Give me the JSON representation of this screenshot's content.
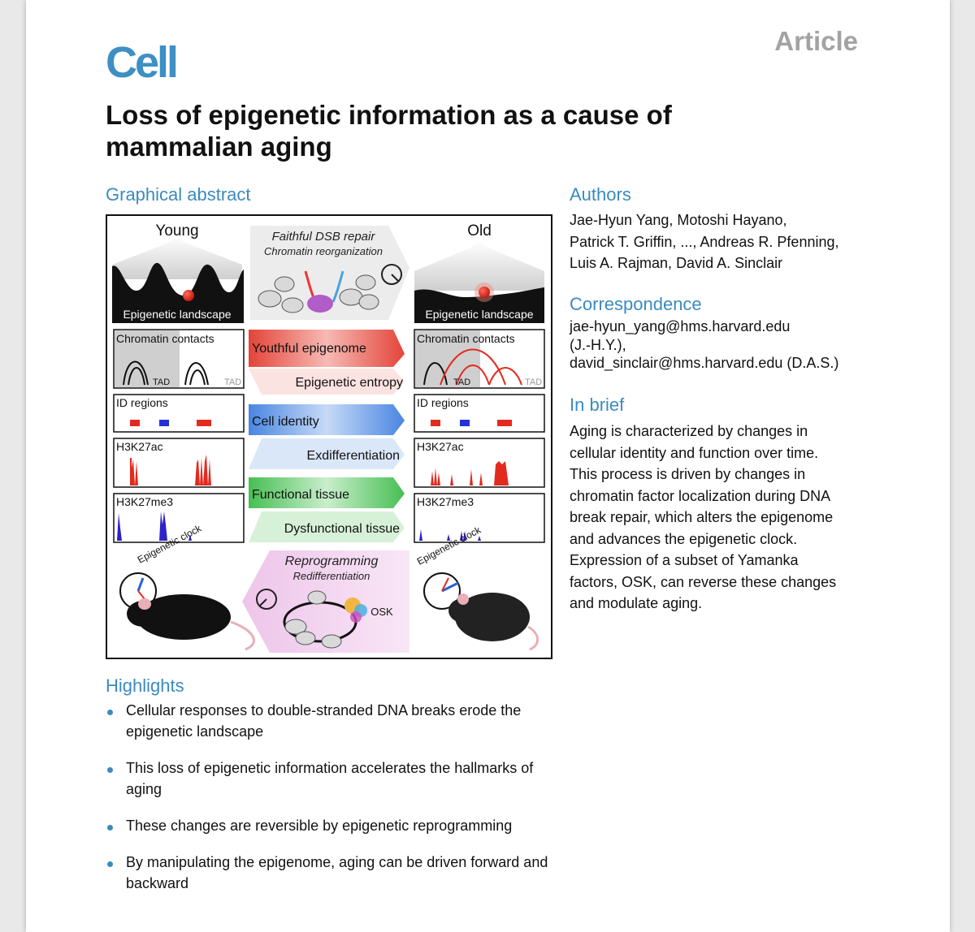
{
  "journal": {
    "name": "Cell",
    "type": "Article",
    "brand_color": "#3d8fc4"
  },
  "title": "Loss of epigenetic information as a cause of mammalian aging",
  "graphical_abstract": {
    "heading": "Graphical abstract",
    "young": "Young",
    "old": "Old",
    "dsb_repair": "Faithful DSB repair",
    "chromatin_reorg": "Chromatin reorganization",
    "landscape": "Epigenetic landscape",
    "chromatin_contacts": "Chromatin contacts",
    "tad": "TAD",
    "youthful": "Youthful epigenome",
    "entropy": "Epigenetic entropy",
    "id_regions": "ID regions",
    "cell_identity": "Cell identity",
    "exdiff": "Exdifferentiation",
    "h3k27ac": "H3K27ac",
    "h3k27me3": "H3K27me3",
    "functional": "Functional tissue",
    "dysfunctional": "Dysfunctional tissue",
    "clock": "Epigenetic clock",
    "reprogramming": "Reprogramming",
    "rediff": "Redifferentiation",
    "osk": "OSK"
  },
  "authors": {
    "heading": "Authors",
    "lines": [
      "Jae-Hyun Yang, Motoshi Hayano,",
      "Patrick T. Griffin, ..., Andreas R. Pfenning,",
      "Luis A. Rajman, David A. Sinclair"
    ]
  },
  "correspondence": {
    "heading": "Correspondence",
    "lines": [
      "jae-hyun_yang@hms.harvard.edu",
      "(J.-H.Y.),",
      "david_sinclair@hms.harvard.edu (D.A.S.)"
    ]
  },
  "in_brief": {
    "heading": "In brief",
    "lines": [
      "Aging is characterized by changes in",
      "cellular identity and function over time.",
      "This process is driven by changes in",
      "chromatin factor localization during DNA",
      "break repair, which alters the epigenome",
      "and advances the epigenetic clock.",
      "Expression of a subset of Yamanka",
      "factors, OSK, can reverse these changes",
      "and modulate aging."
    ]
  },
  "highlights": {
    "heading": "Highlights",
    "items": [
      "Cellular responses to double-stranded DNA breaks erode the epigenetic landscape",
      "This loss of epigenetic information accelerates the hallmarks of aging",
      "These changes are reversible by epigenetic reprogramming",
      "By manipulating the epigenome, aging can be driven forward and backward"
    ]
  }
}
